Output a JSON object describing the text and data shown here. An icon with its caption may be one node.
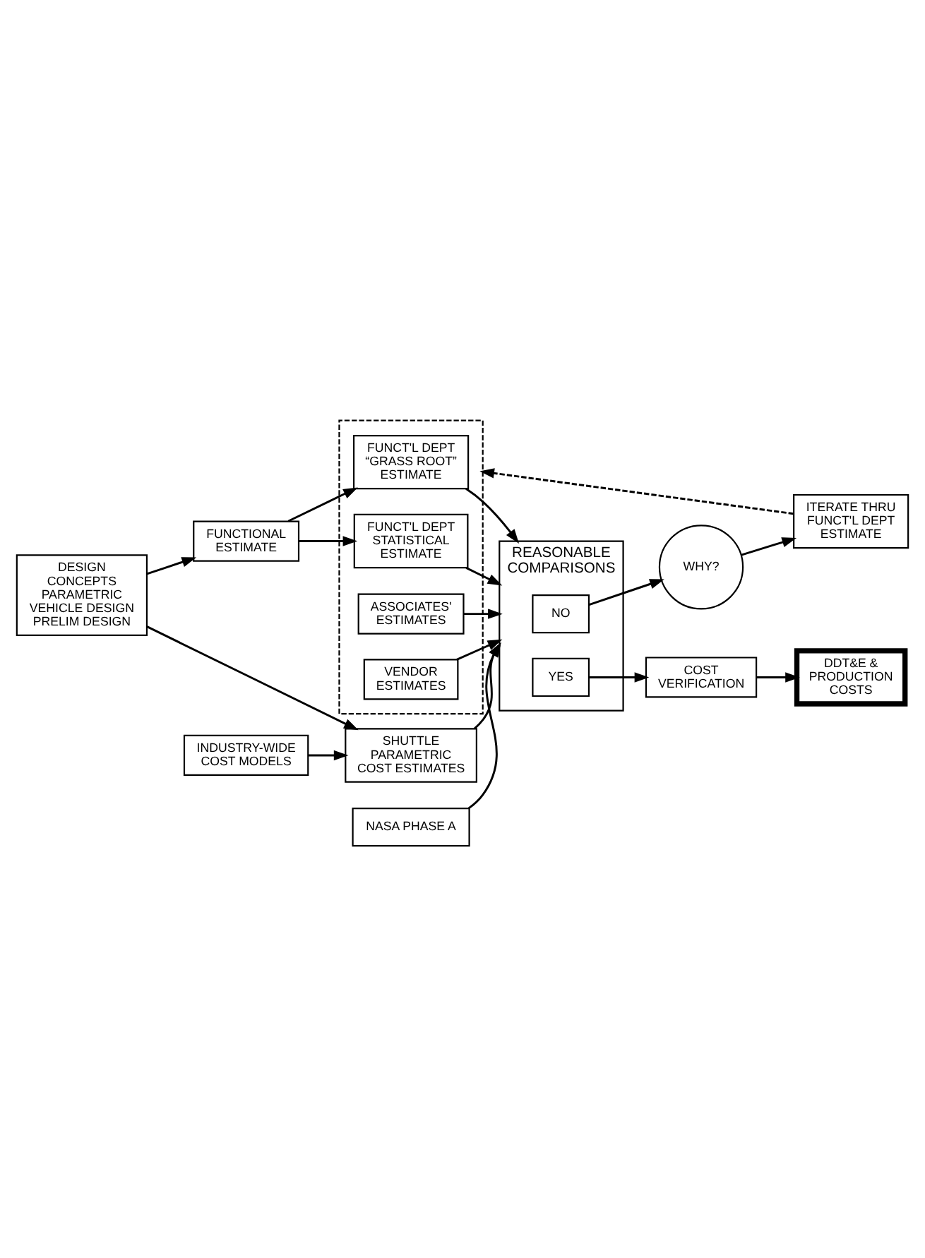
{
  "diagram": {
    "nodes": [
      {
        "text": [
          "DESIGN CONCEPTS",
          "PARAMETRIC VEHICLE DESIGN",
          "PRELIM DESIGN"
        ]
      },
      {
        "text": [
          "ITERATE THRU FUNCT'L DEPT ESTIMATE"
        ]
      },
      {
        "text": [
          "WHY?"
        ]
      },
      {
        "text": [
          "FUNCTIONAL ESTIMATE"
        ]
      },
      {
        "text": [],
        "shape": "box"
      },
      {
        "text": [
          "FUNCT'L DEPT “GRASS ROOT” ESTIMATE"
        ],
        "in": 4
      },
      {
        "text": [
          "FUNCT'L DEPT STATISTICAL ESTIMATE"
        ],
        "in": 4
      },
      {
        "text": [
          "ASSOCIATES' ESTIMATES"
        ],
        "in": 4
      },
      {
        "text": [
          "VENDOR ESTIMATES"
        ],
        "in": 4
      },
      {
        "text": [
          "REASONABLE COMPARISONS"
        ]
      },
      {
        "text": [
          "NO"
        ],
        "in": 9
      },
      {
        "text": [
          "YES"
        ],
        "in": 9
      },
      {
        "text": [
          "SHUTTLE PARAMETRIC COST ESTIMATES"
        ]
      },
      {
        "text": [
          "INDUSTRY-WIDE COST MODELS"
        ]
      },
      {
        "text": [
          "NASA PHASE A"
        ]
      },
      {
        "text": [
          "COST VERIFICATION"
        ]
      },
      {
        "text": [
          "DDT&E & PRODUCTION COSTS"
        ]
      }
    ],
    "edges": [
      {
        "from": 0,
        "to": 3,
        "arrow": "to"
      },
      {
        "from": 0,
        "to": 12,
        "arrow": "to"
      },
      {
        "from": 3,
        "to": 5,
        "arrow": "to"
      },
      {
        "from": 3,
        "to": 6,
        "arrow": "to"
      },
      {
        "from": 1,
        "to": 4,
        "arrow": "to",
        "style": "dashed"
      },
      {
        "from": 5,
        "to": 9,
        "arrow": "to"
      },
      {
        "from": 6,
        "to": 9,
        "arrow": "to"
      },
      {
        "from": 7,
        "to": 9,
        "arrow": "to"
      },
      {
        "from": 8,
        "to": 9,
        "arrow": "to"
      },
      {
        "from": 12,
        "to": 9,
        "arrow": "to"
      },
      {
        "from": 14,
        "to": 9,
        "arrow": "to"
      },
      {
        "from": 10,
        "to": 2,
        "arrow": "to"
      },
      {
        "from": 2,
        "to": 1,
        "arrow": "to"
      },
      {
        "from": 11,
        "to": 15,
        "arrow": "to"
      },
      {
        "from": 13,
        "to": 12,
        "arrow": "to"
      },
      {
        "from": 15,
        "to": 16,
        "arrow": "to"
      }
    ]
  }
}
